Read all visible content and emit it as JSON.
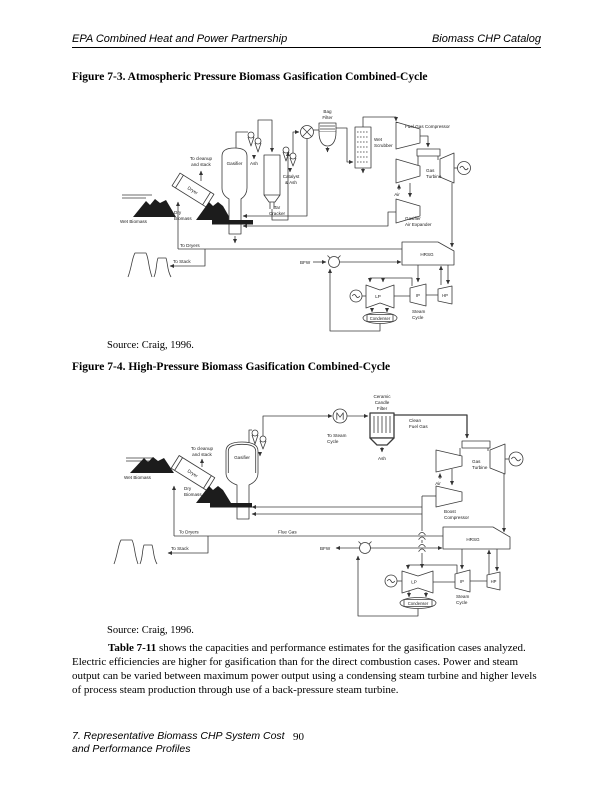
{
  "page": {
    "header": {
      "left": "EPA Combined Heat and Power Partnership",
      "right": "Biomass CHP Catalog"
    },
    "footer": {
      "line1": "7. Representative Biomass CHP System Cost",
      "line2": "and Performance Profiles",
      "page_number": "90"
    }
  },
  "figure3": {
    "title": "Figure 7-3. Atmospheric Pressure Biomass Gasification Combined-Cycle",
    "source": "Source: Craig, 1996.",
    "labels": {
      "wet_biomass": "Wet Biomass",
      "dryer": "Dryer",
      "to_cleanup": [
        "To cleanup",
        "and stack"
      ],
      "dry_biomass": [
        "Dry",
        "Biomass"
      ],
      "gasifier": "Gasifier",
      "ash": "Ash",
      "tar_cracker": [
        "Tar",
        "Cracker"
      ],
      "catalyst_ash": [
        "Catalyst",
        "& Ash"
      ],
      "bag_filter": [
        "Bag",
        "Filter"
      ],
      "wet_scrubber": [
        "Wet",
        "Scrubber"
      ],
      "fuel_gas_compressor": "Fuel Gas Compressor",
      "air": "Air",
      "gas_turbine": [
        "Gas",
        "Turbine"
      ],
      "gasifier_air_expander": [
        "Gasifier",
        "Air Expander"
      ],
      "to_dryers": "To Dryers",
      "to_stack": "To Stack",
      "bfw": "BFW",
      "hrsg": "HRSG",
      "lp": "LP",
      "ip": "IP",
      "hp": "HP",
      "steam_cycle": [
        "Steam",
        "Cycle"
      ],
      "condenser": "Condenser"
    }
  },
  "figure4": {
    "title": "Figure 7-4. High-Pressure Biomass Gasification Combined-Cycle",
    "source": "Source: Craig, 1996.",
    "labels": {
      "wet_biomass": "Wet Biomass",
      "dryer": "Dryer",
      "to_cleanup": [
        "To cleanup",
        "and stack"
      ],
      "dry_biomass": [
        "Dry",
        "Biomass"
      ],
      "gasifier": "Gasifier",
      "to_steam_cycle": [
        "To Steam",
        "Cycle"
      ],
      "ceramic_candle_filter": [
        "Ceramic",
        "Candle",
        "Filter"
      ],
      "ash": "Ash",
      "clean_fuel_gas": [
        "Clean",
        "Fuel Gas"
      ],
      "air": "Air",
      "gas_turbine": [
        "Gas",
        "Turbine"
      ],
      "boost_compressor": [
        "Boost",
        "Compressor"
      ],
      "flue_gas": "Flue Gas",
      "to_dryers": "To Dryers",
      "to_stack": "To Stack",
      "bfw": "BFW",
      "hrsg": "HRSG",
      "lp": "LP",
      "ip": "IP",
      "hp": "HP",
      "steam_cycle": [
        "Steam",
        "Cycle"
      ],
      "condenser": "Condenser"
    }
  },
  "body": {
    "bold_lead": "Table 7-11",
    "text": " shows the capacities and performance estimates for the gasification cases analyzed. Electric efficiencies are higher for gasification than for the direct combustion cases. Power and steam output can be varied between maximum power output using a condensing steam turbine and higher levels of process steam production through use of a back-pressure steam turbine."
  }
}
